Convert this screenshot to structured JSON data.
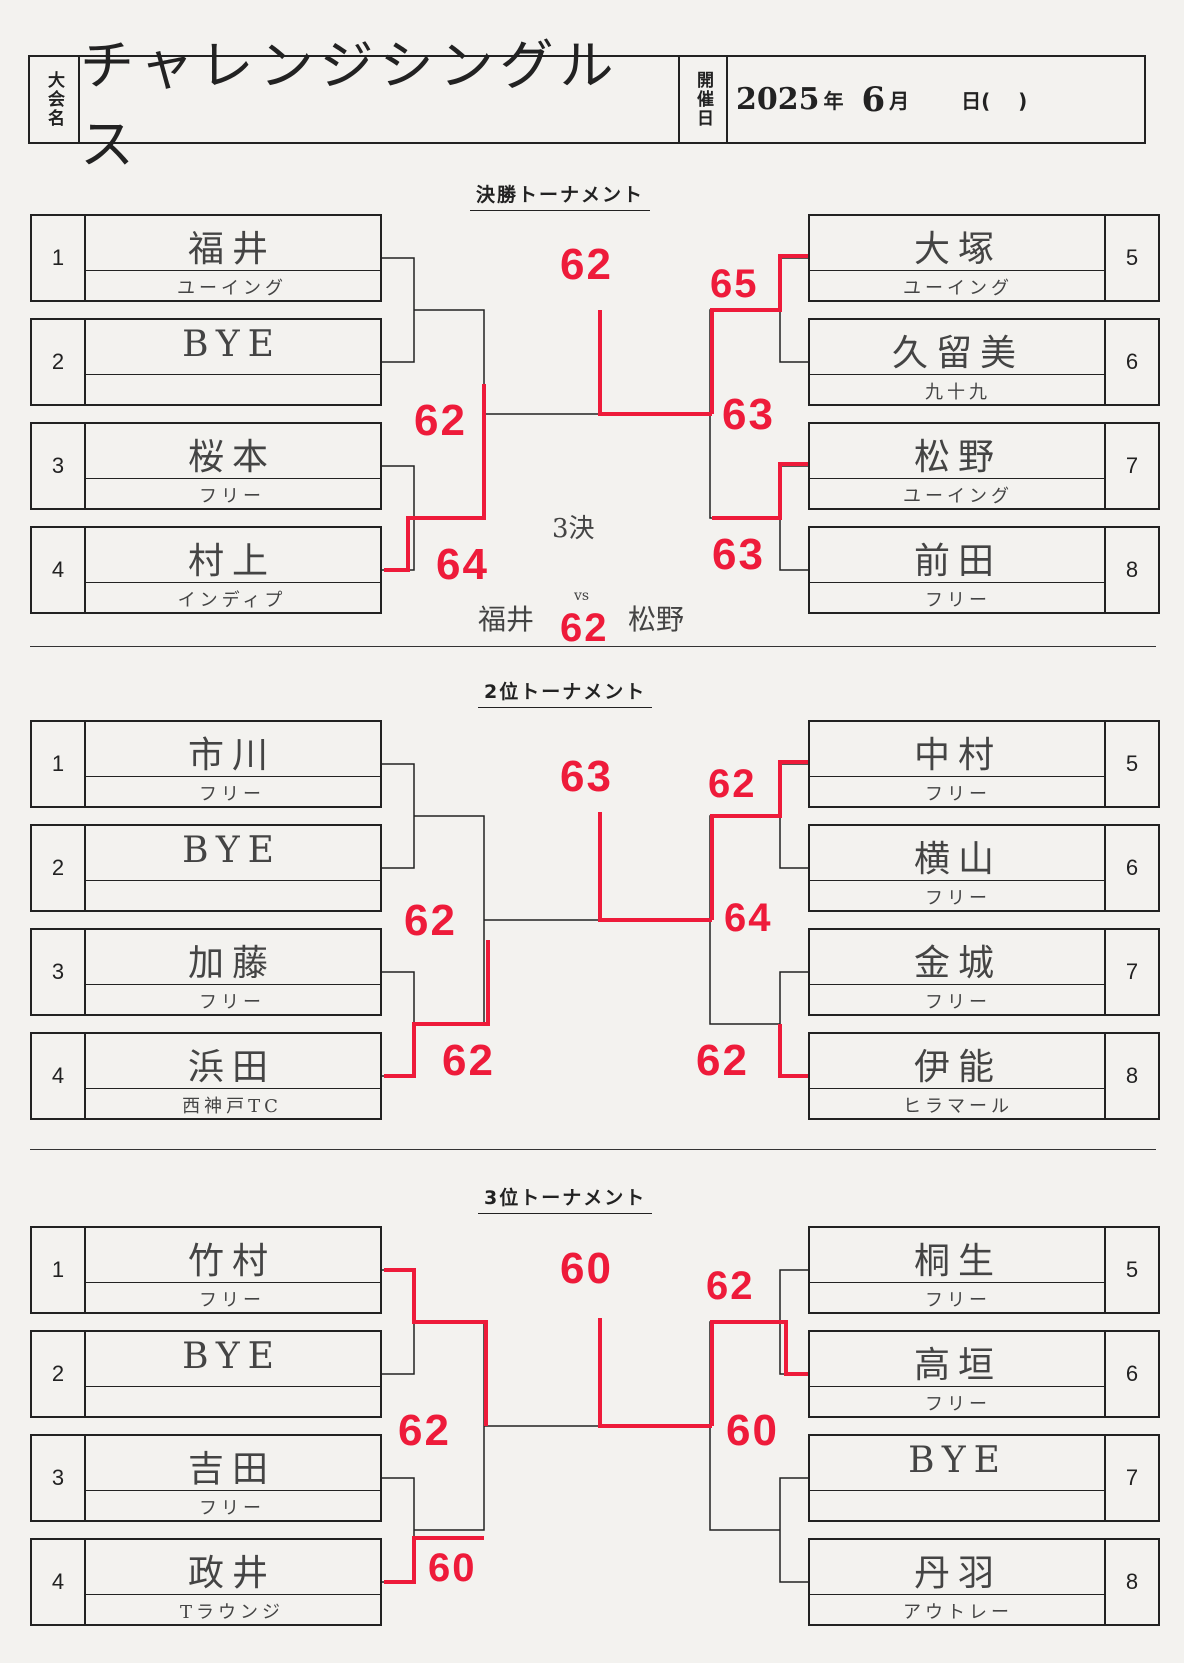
{
  "header": {
    "event_label": "大会名",
    "event_name": "チャレンジシングルス",
    "date_label": "開催日",
    "date_year": "2025",
    "year_char": "年",
    "date_month": "6",
    "month_char": "月",
    "day_text": "日(    )"
  },
  "tournaments": [
    {
      "title": "決勝トーナメント",
      "left_entries": [
        {
          "num": "1",
          "name": "福井",
          "club": "ユーイング"
        },
        {
          "num": "2",
          "name": "BYE",
          "club": ""
        },
        {
          "num": "3",
          "name": "桜本",
          "club": "フリー"
        },
        {
          "num": "4",
          "name": "村上",
          "club": "インディプ"
        }
      ],
      "right_entries": [
        {
          "num": "5",
          "name": "大塚",
          "club": "ユーイング"
        },
        {
          "num": "6",
          "name": "久留美",
          "club": "九十九"
        },
        {
          "num": "7",
          "name": "松野",
          "club": "ユーイング"
        },
        {
          "num": "8",
          "name": "前田",
          "club": "フリー"
        }
      ],
      "scores": {
        "final": "62",
        "left_semi": "62",
        "left_r1_bottom": "64",
        "right_r1_top": "65",
        "right_semi": "63",
        "right_r1_bottom": "63"
      },
      "note": {
        "label": "3決",
        "left": "福井",
        "vs": "vs",
        "score": "62",
        "right": "松野"
      }
    },
    {
      "title": "2位トーナメント",
      "left_entries": [
        {
          "num": "1",
          "name": "市川",
          "club": "フリー"
        },
        {
          "num": "2",
          "name": "BYE",
          "club": ""
        },
        {
          "num": "3",
          "name": "加藤",
          "club": "フリー"
        },
        {
          "num": "4",
          "name": "浜田",
          "club": "西神戸TC"
        }
      ],
      "right_entries": [
        {
          "num": "5",
          "name": "中村",
          "club": "フリー"
        },
        {
          "num": "6",
          "name": "横山",
          "club": "フリー"
        },
        {
          "num": "7",
          "name": "金城",
          "club": "フリー"
        },
        {
          "num": "8",
          "name": "伊能",
          "club": "ヒラマール"
        }
      ],
      "scores": {
        "final": "63",
        "left_semi": "62",
        "left_r1_bottom": "62",
        "right_r1_top": "62",
        "right_semi": "64",
        "right_r1_bottom": "62"
      }
    },
    {
      "title": "3位トーナメント",
      "left_entries": [
        {
          "num": "1",
          "name": "竹村",
          "club": "フリー"
        },
        {
          "num": "2",
          "name": "BYE",
          "club": ""
        },
        {
          "num": "3",
          "name": "吉田",
          "club": "フリー"
        },
        {
          "num": "4",
          "name": "政井",
          "club": "Tラウンジ"
        }
      ],
      "right_entries": [
        {
          "num": "5",
          "name": "桐生",
          "club": "フリー"
        },
        {
          "num": "6",
          "name": "高垣",
          "club": "フリー"
        },
        {
          "num": "7",
          "name": "BYE",
          "club": ""
        },
        {
          "num": "8",
          "name": "丹羽",
          "club": "アウトレー"
        }
      ],
      "scores": {
        "final": "60",
        "left_semi": "62",
        "left_r1_bottom": "60",
        "right_r1_top": "62",
        "right_semi": "60"
      }
    }
  ],
  "colors": {
    "winner": "#ee1b3a",
    "ink": "#222222",
    "paper": "#f3f2ef"
  }
}
